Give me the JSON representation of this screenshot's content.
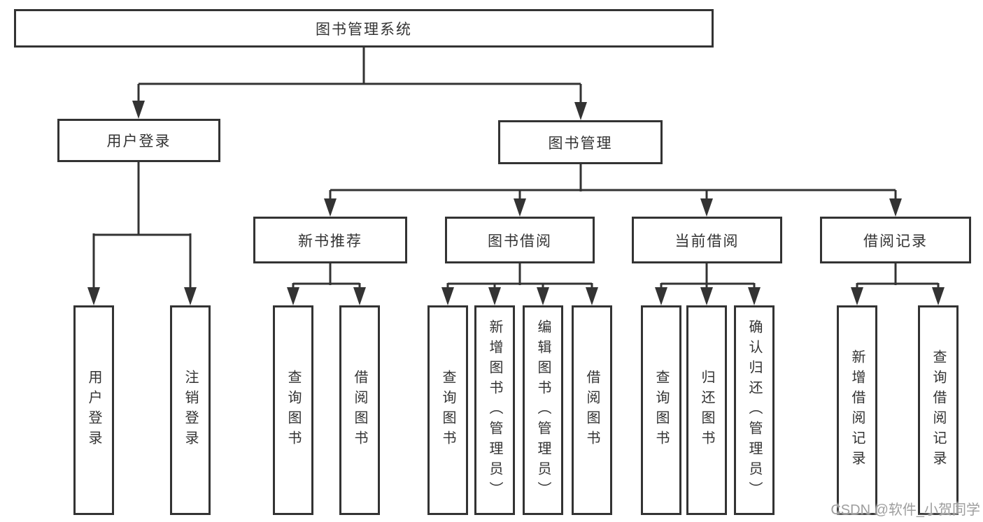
{
  "diagram": {
    "root": {
      "label": "图书管理系统"
    },
    "level2": [
      {
        "label": "用户登录"
      },
      {
        "label": "图书管理"
      }
    ],
    "level3": [
      {
        "parent": "图书管理",
        "label": "新书推荐"
      },
      {
        "parent": "图书管理",
        "label": "图书借阅"
      },
      {
        "parent": "图书管理",
        "label": "当前借阅"
      },
      {
        "parent": "图书管理",
        "label": "借阅记录"
      }
    ],
    "leaves": [
      {
        "parent": "用户登录",
        "label": "用户登录"
      },
      {
        "parent": "用户登录",
        "label": "注销登录"
      },
      {
        "parent": "新书推荐",
        "label": "查询图书"
      },
      {
        "parent": "新书推荐",
        "label": "借阅图书"
      },
      {
        "parent": "图书借阅",
        "label": "查询图书"
      },
      {
        "parent": "图书借阅",
        "label": "新增图书（管理员）"
      },
      {
        "parent": "图书借阅",
        "label": "编辑图书（管理员）"
      },
      {
        "parent": "图书借阅",
        "label": "借阅图书"
      },
      {
        "parent": "当前借阅",
        "label": "查询图书"
      },
      {
        "parent": "当前借阅",
        "label": "归还图书"
      },
      {
        "parent": "当前借阅",
        "label": "确认归还（管理员）"
      },
      {
        "parent": "借阅记录",
        "label": "新增借阅记录"
      },
      {
        "parent": "借阅记录",
        "label": "查询借阅记录"
      }
    ],
    "watermark": "CSDN @软件_小贺同学",
    "colors": {
      "line": "#333333",
      "text": "#333333",
      "background": "#ffffff",
      "watermark": "#9e9e9e"
    }
  }
}
